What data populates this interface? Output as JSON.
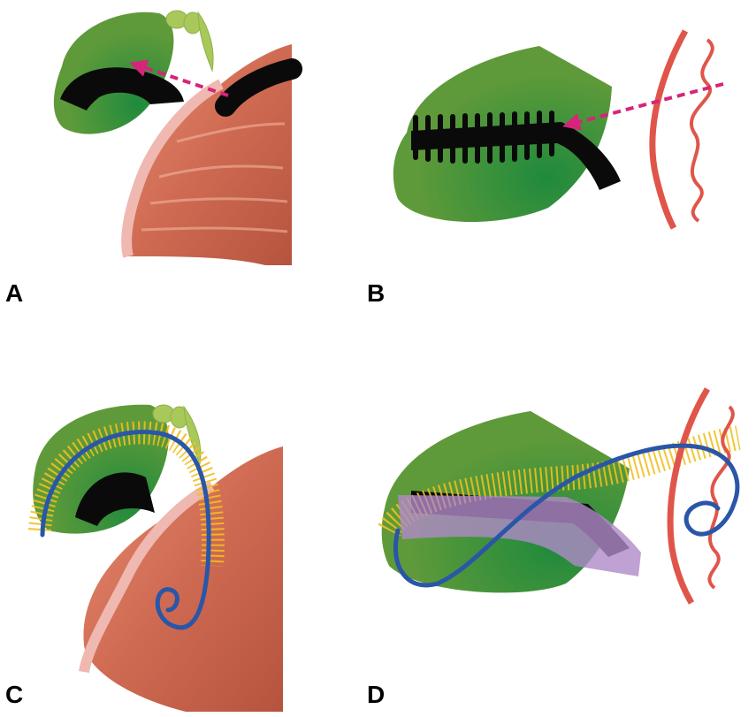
{
  "panels": [
    {
      "label": "A"
    },
    {
      "label": "B"
    },
    {
      "label": "C"
    },
    {
      "label": "D"
    }
  ],
  "colors": {
    "organ_green": "#5e9a3a",
    "organ_dark_green": "#2f8a3a",
    "accessory_light_green": "#a9c85a",
    "wall_pink": "#e9a59c",
    "wall_muscle": "#d2705a",
    "stent_black": "#0a0a0a",
    "arrow_magenta": "#d6247a",
    "vessel_red": "#e0554a",
    "wire_blue": "#2a56a8",
    "stent_yellow": "#f0c020",
    "stent_purple": "#b08ac8"
  },
  "icons": [
    "dashed-arrow-icon"
  ]
}
